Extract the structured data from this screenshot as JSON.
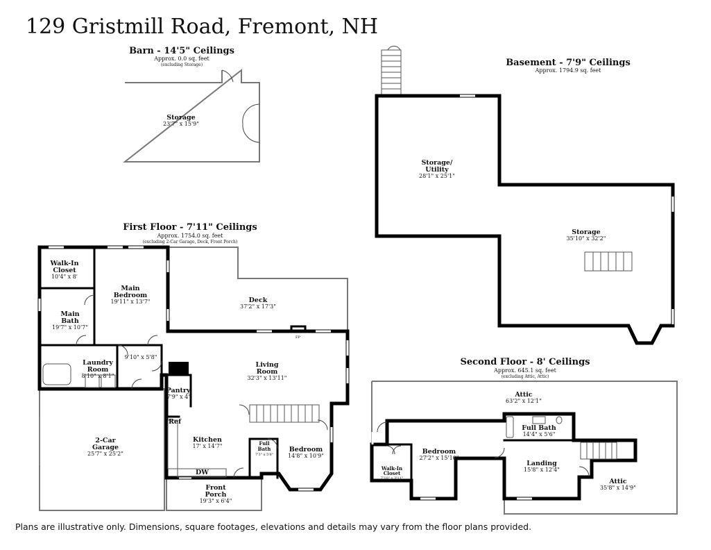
{
  "title": "129 Gristmill Road, Fremont, NH",
  "disclaimer": "Plans are illustrative only. Dimensions, square footages, elevations and details may vary from the floor plans provided.",
  "barn": {
    "heading": "Barn - 14'5\" Ceilings",
    "area": "Approx. 0.0 sq. feet",
    "note": "(excluding Storage)",
    "rooms": [
      {
        "name": "Storage",
        "dim": "23'7\" x 15'9\""
      }
    ]
  },
  "basement": {
    "heading": "Basement - 7'9\" Ceilings",
    "area": "Approx. 1794.9 sq. feet",
    "rooms": [
      {
        "name": "Storage/",
        "name2": "Utility",
        "dim": "28'1\" x 25'1\""
      },
      {
        "name": "Storage",
        "dim": "35'10\" x 32'2\""
      }
    ]
  },
  "first_floor": {
    "heading": "First Floor - 7'11\" Ceilings",
    "area": "Approx. 1754.0 sq. feet",
    "note": "(excluding 2-Car Garage, Deck, Front Porch)",
    "rooms": {
      "walkin": {
        "name": "Walk-In",
        "name2": "Closet",
        "dim": "10'4\" x 8'"
      },
      "main_bedroom": {
        "name": "Main",
        "name2": "Bedroom",
        "dim": "19'11\" x 13'7\""
      },
      "main_bath": {
        "name": "Main",
        "name2": "Bath",
        "dim": "19'7\" x 10'7\""
      },
      "deck": {
        "name": "Deck",
        "dim": "37'2\" x 17'3\""
      },
      "hall": {
        "dim": "9'10\" x 5'8\""
      },
      "laundry": {
        "name": "Laundry",
        "name2": "Room",
        "dim": "8'10\" x 8'1\""
      },
      "living": {
        "name": "Living",
        "name2": "Room",
        "dim": "32'3\" x 13'11\""
      },
      "fp": "FP",
      "pantry": {
        "name": "Pantry",
        "dim": "7'9\" x 4'"
      },
      "ref": "Ref",
      "garage": {
        "name": "2-Car",
        "name2": "Garage",
        "dim": "25'7\" x 25'2\""
      },
      "kitchen": {
        "name": "Kitchen",
        "dim": "17' x 14'7\""
      },
      "full_bath": {
        "name": "Full",
        "name2": "Bath",
        "dim": "7'3\" x 5'8\""
      },
      "bedroom": {
        "name": "Bedroom",
        "dim": "14'8\" x 10'9\""
      },
      "dw": "DW",
      "porch": {
        "name": "Front",
        "name2": "Porch",
        "dim": "19'3\" x 6'4\""
      }
    }
  },
  "second_floor": {
    "heading": "Second Floor - 8' Ceilings",
    "area": "Approx. 645.1 sq. feet",
    "note": "(excluding Attic, Attic)",
    "rooms": {
      "attic_top": {
        "name": "Attic",
        "dim": "63'2\" x 12'1\""
      },
      "full_bath": {
        "name": "Full Bath",
        "dim": "14'4\" x 5'6\""
      },
      "bedroom": {
        "name": "Bedroom",
        "dim": "27'2\" x 15'10\""
      },
      "walkin": {
        "name": "Walk-In",
        "name2": "Closet",
        "dim": "7'10\" x 3'11\""
      },
      "landing": {
        "name": "Landing",
        "dim": "15'8\" x 12'4\""
      },
      "attic_right": {
        "name": "Attic",
        "dim": "35'8\" x 14'9\""
      }
    }
  }
}
